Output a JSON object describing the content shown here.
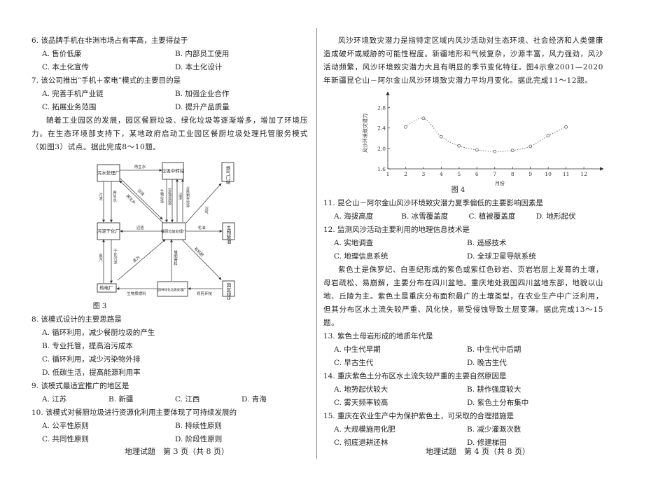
{
  "left": {
    "q6": {
      "stem": "6. 该品牌手机在非洲市场占有率高，主要得益于",
      "options": [
        "A. 售价低廉",
        "B. 内部员工使用",
        "C. 本土化宣传",
        "D. 本土化设计"
      ]
    },
    "q7": {
      "stem": "7. 该公司推出“手机＋家电”模式的主要目的是",
      "options": [
        "A. 完善手机产业链",
        "B. 加强企业合作",
        "C. 拓展业务范围",
        "D. 提升产品质量"
      ]
    },
    "passage": "随着工业园区的发展，园区餐厨垃圾、绿化垃圾等逐渐增多，增加了环境压力。在生态环境部支持下，某地政府启动工业园区餐厨垃圾处理托管服务模式（如图3）试点。据此完成8～10题。",
    "figure3": {
      "caption": "图 3",
      "nodes": {
        "sewage": "污水处理厂",
        "transfer": "垃圾中转站",
        "gas": "燃气门站",
        "sludge": "污泥干化厂",
        "kitchen": "餐厨垃圾处理厂",
        "diesel": "生物柴油",
        "power": "热电厂",
        "garden": "园林绿化垃圾处理厂",
        "green": "园区绿化"
      },
      "edges": {
        "sewage_transfer": "再生水",
        "sewage_sludge_mud": "污泥",
        "sewage_sludge_water": "再生水",
        "kitchen_sewage": "沼液",
        "sewage_kitchen": "再生水",
        "transfer_kitchen_bio": "生物垃圾",
        "transfer_kitchen_leach": "垃圾渗滤液",
        "kitchen_transfer_residue": "沼渣",
        "kitchen_transfer_sorted": "分拣剩余垃圾",
        "kitchen_gas": "沼气",
        "kitchen_sludge": "沼渣",
        "kitchen_diesel": "毛油",
        "kitchen_green": "有机肥",
        "power_kitchen": "蒸汽",
        "garden_kitchen": "堆肥骨料",
        "green_garden": "修剪弃枝",
        "garden_power": "生物质燃料",
        "power_sludge": "蒸汽",
        "sludge_power": "干化污泥"
      }
    },
    "q8": {
      "stem": "8. 该模式设计的主要思路是",
      "options": [
        "A. 循环利用，减少餐厨垃圾的产生",
        "B. 专业托管，提高治污成本",
        "C. 循环利用，减少污染物外排",
        "D. 低碳生活，提高能源利用率"
      ]
    },
    "q9": {
      "stem": "9. 该模式最适宜推广的地区是",
      "options": [
        "A. 江苏",
        "B. 新疆",
        "C. 江西",
        "D. 青海"
      ]
    },
    "q10": {
      "stem": "10. 该模式对餐厨垃圾进行资源化利用主要体现了可持续发展的",
      "options": [
        "A. 公平性原则",
        "B. 持续性原则",
        "C. 共同性原则",
        "D. 阶段性原则"
      ]
    },
    "footer": "地理试题　第 3 页（共 8 页）"
  },
  "right": {
    "passage1": "风沙环境致灾潜力是指特定区域内风沙活动对生态环境、社会经济和人类健康造成破坏或威胁的可能性程度。新疆地形和气候复杂，沙源丰富，风力强劲，风沙活动频繁，风沙环境致灾潜力大且有明显的季节变化特征。图4示意2001—2020年新疆昆仑山－阿尔金山风沙环境致灾潜力平均月变化。据此完成11～12题。",
    "figure4_caption": "图 4",
    "q11": {
      "stem": "11. 昆仑山－阿尔金山风沙环境致灾潜力夏季偏低的主要影响因素是",
      "options": [
        "A. 海拔高度",
        "B. 冰雪覆盖度",
        "C. 植被覆盖度",
        "D. 地形起伏"
      ]
    },
    "q12": {
      "stem": "12. 监测风沙活动主要利用的地理信息技术是",
      "options": [
        "A. 实地调查",
        "B. 遥感技术",
        "C. 地理信息系统",
        "D. 全球卫星导航系统"
      ]
    },
    "passage2": "紫色土是侏罗纪、白垩纪形成的紫色或紫红色砂岩、页岩岩层上发育的土壤，母岩疏松、易崩解，主要分布在四川盆地。重庆地处我国四川盆地东部，地貌以山地、丘陵为主。紫色土是重庆分布面积最广的土壤类型，在农业生产中广泛利用，但其分布区水土流失较严重、风化快，易受侵蚀导致土层变薄。据此完成13～15题。",
    "q13": {
      "stem": "13. 紫色土母岩形成的地质年代是",
      "options": [
        "A. 中生代早期",
        "B. 中生代中后期",
        "C. 早古生代",
        "D. 晚古生代"
      ]
    },
    "q14": {
      "stem": "14. 重庆紫色土分布区水土流失较严重的主要自然原因是",
      "options": [
        "A. 地势起伏较大",
        "B. 耕作强度较大",
        "C. 雾天频率较高",
        "D. 紫色土分布集中"
      ]
    },
    "q15": {
      "stem": "15. 重庆在农业生产中为保护紫色土，可采取的合理措施是",
      "options": [
        "A. 大规模施用化肥",
        "B. 减少灌溉次数",
        "C. 彻底退耕还林",
        "D. 修建梯田"
      ]
    },
    "footer": "地理试题　第 4 页（共 8 页）"
  },
  "chart_data": {
    "type": "line",
    "title": "",
    "xlabel": "月份",
    "ylabel": "风沙环境致灾潜力",
    "x_ticks": [
      1,
      2,
      3,
      4,
      5,
      6,
      7,
      8,
      9,
      10,
      11,
      12
    ],
    "y_ticks": [
      1.6,
      2.0,
      2.4,
      2.8
    ],
    "xlim": [
      1,
      12.9
    ],
    "ylim": [
      1.6,
      3.0
    ],
    "x": [
      2,
      3,
      4,
      5,
      6,
      7,
      8,
      9,
      10,
      11
    ],
    "values": [
      2.42,
      2.59,
      2.23,
      2.05,
      1.97,
      1.94,
      1.96,
      2.04,
      2.25,
      2.42
    ],
    "line_style": "dotted",
    "marker": "open-circle",
    "grid": false
  }
}
